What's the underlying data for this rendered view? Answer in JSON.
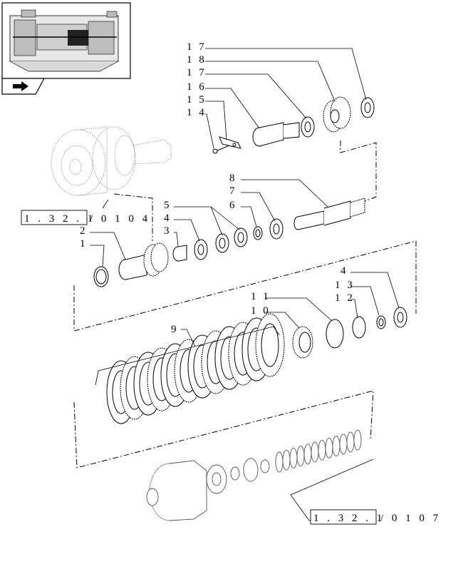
{
  "thumbnail": {
    "icon": "transmission-cutaway-icon",
    "nav_icon": "next-page-arrow-icon"
  },
  "callouts": [
    {
      "key": "c17a",
      "text": "1 7"
    },
    {
      "key": "c18",
      "text": "1 8"
    },
    {
      "key": "c17b",
      "text": "1 7"
    },
    {
      "key": "c16",
      "text": "1 6"
    },
    {
      "key": "c15",
      "text": "1 5"
    },
    {
      "key": "c14",
      "text": "1 4"
    },
    {
      "key": "c8",
      "text": "8"
    },
    {
      "key": "c7",
      "text": "7"
    },
    {
      "key": "c6",
      "text": "6"
    },
    {
      "key": "c5",
      "text": "5"
    },
    {
      "key": "c4a",
      "text": "4"
    },
    {
      "key": "c3",
      "text": "3"
    },
    {
      "key": "c2",
      "text": "2"
    },
    {
      "key": "c1",
      "text": "1"
    },
    {
      "key": "c4b",
      "text": "4"
    },
    {
      "key": "c13",
      "text": "1 3"
    },
    {
      "key": "c12",
      "text": "1 2"
    },
    {
      "key": "c11",
      "text": "1 1"
    },
    {
      "key": "c10",
      "text": "1 0"
    },
    {
      "key": "c9",
      "text": "9"
    }
  ],
  "references": [
    {
      "key": "ref_top",
      "text": "1 . 3 2 . 1",
      "suffix": "/ 0 1   0 4"
    },
    {
      "key": "ref_bottom",
      "text": "1 . 3 2 . 1",
      "suffix": "/ 0 1   0 7"
    }
  ]
}
